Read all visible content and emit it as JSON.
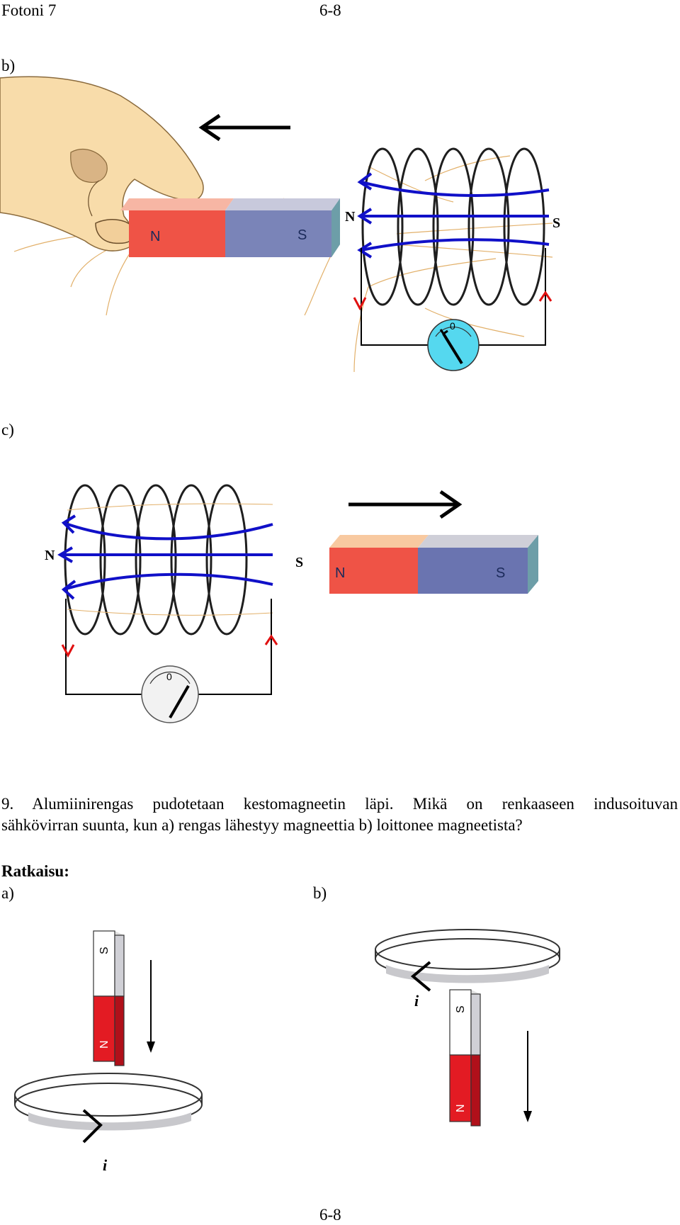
{
  "header": {
    "left": "Fotoni 7",
    "center": "6-8"
  },
  "figure_b": {
    "label": "b)",
    "magnet_n": "N",
    "magnet_s": "S",
    "coil_n": "N",
    "coil_s": "S",
    "meter_zero": "0"
  },
  "figure_c": {
    "label": "c)",
    "magnet_n": "N",
    "magnet_s": "S",
    "coil_n": "N",
    "coil_s": "S",
    "meter_zero": "0"
  },
  "problem": {
    "line1": "9. Alumiinirengas pudotetaan kestomagneetin läpi. Mikä on renkaaseen indusoituvan",
    "line2": "sähkövirran suunta, kun a) rengas lähestyy magneettia b) loittonee magneetista?"
  },
  "solution": {
    "heading": "Ratkaisu:",
    "part_a": "a)",
    "part_b": "b)",
    "fig_a": {
      "magnet_top": "S",
      "magnet_bottom": "N",
      "current_label": "i"
    },
    "fig_b": {
      "magnet_top": "S",
      "magnet_bottom": "N",
      "current_label": "i"
    }
  },
  "footer": {
    "page": "6-8"
  },
  "colors": {
    "magnet_red": "#ef5346",
    "magnet_blue": "#7a84b8",
    "field_lines": "#1010c8",
    "current_arrow": "#e01010",
    "meter_cyan": "#55d8ef",
    "ring_gray": "#c8c8cc"
  }
}
